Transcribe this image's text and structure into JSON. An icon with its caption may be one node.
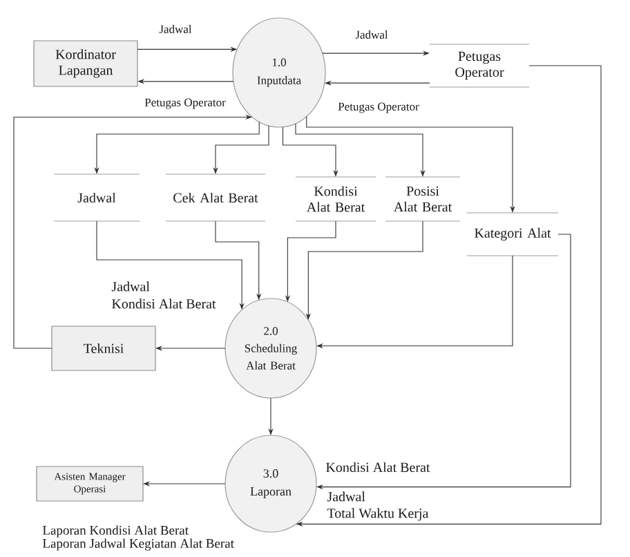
{
  "diagram": {
    "nodes": [
      {
        "text": [
          "Kordinator Lapangan"
        ]
      },
      {
        "text": [
          "1.0",
          "Inputdata"
        ]
      },
      {
        "text": [
          "Petugas Operator"
        ]
      },
      {
        "text": [
          "Jadwal"
        ]
      },
      {
        "text": [
          "Cek Alat Berat"
        ]
      },
      {
        "text": [
          "Kondisi Alat Berat"
        ]
      },
      {
        "text": [
          "Posisi Alat Berat"
        ]
      },
      {
        "text": [
          "Kategori Alat"
        ]
      },
      {
        "text": [
          "2.0",
          "Scheduling Alat Berat"
        ]
      },
      {
        "text": [
          "Teknisi"
        ]
      },
      {
        "text": [
          "3.0",
          "Laporan"
        ]
      },
      {
        "text": [
          "Asisten Manager Operasi"
        ]
      }
    ],
    "edges": [
      {
        "from": 0,
        "to": 1,
        "arrow": "to",
        "label": "Jadwal"
      },
      {
        "from": 1,
        "to": 0,
        "arrow": "to",
        "label": "Petugas Operator"
      },
      {
        "from": 1,
        "to": 2,
        "arrow": "to",
        "label": "Jadwal"
      },
      {
        "from": 2,
        "to": 1,
        "arrow": "to",
        "label": "Petugas Operator"
      },
      {
        "from": 1,
        "to": 3,
        "arrow": "to"
      },
      {
        "from": 1,
        "to": 4,
        "arrow": "to"
      },
      {
        "from": 1,
        "to": 5,
        "arrow": "to"
      },
      {
        "from": 1,
        "to": 6,
        "arrow": "to"
      },
      {
        "from": 1,
        "to": 7,
        "arrow": "to"
      },
      {
        "from": 9,
        "to": 1,
        "arrow": "to"
      },
      {
        "from": 3,
        "to": 8,
        "arrow": "to"
      },
      {
        "from": 4,
        "to": 8,
        "arrow": "to"
      },
      {
        "from": 5,
        "to": 8,
        "arrow": "to"
      },
      {
        "from": 6,
        "to": 8,
        "arrow": "to"
      },
      {
        "from": 7,
        "to": 8,
        "arrow": "to"
      },
      {
        "from": 8,
        "to": 9,
        "arrow": "to"
      },
      {
        "from": 8,
        "to": 10,
        "arrow": "to"
      },
      {
        "from": 10,
        "to": 11,
        "arrow": "to",
        "label": "Laporan Kondisi Alat Berat Laporan Jadwal Kegiatan Alat Berat"
      },
      {
        "from": 7,
        "to": 10,
        "arrow": "to",
        "label": "Kondisi Alat Berat"
      },
      {
        "from": 2,
        "to": 10,
        "arrow": "to",
        "label": "Jadwal Total Waktu Kerja"
      }
    ],
    "labels": [
      "Jadwal Kondisi Alat Berat"
    ]
  }
}
